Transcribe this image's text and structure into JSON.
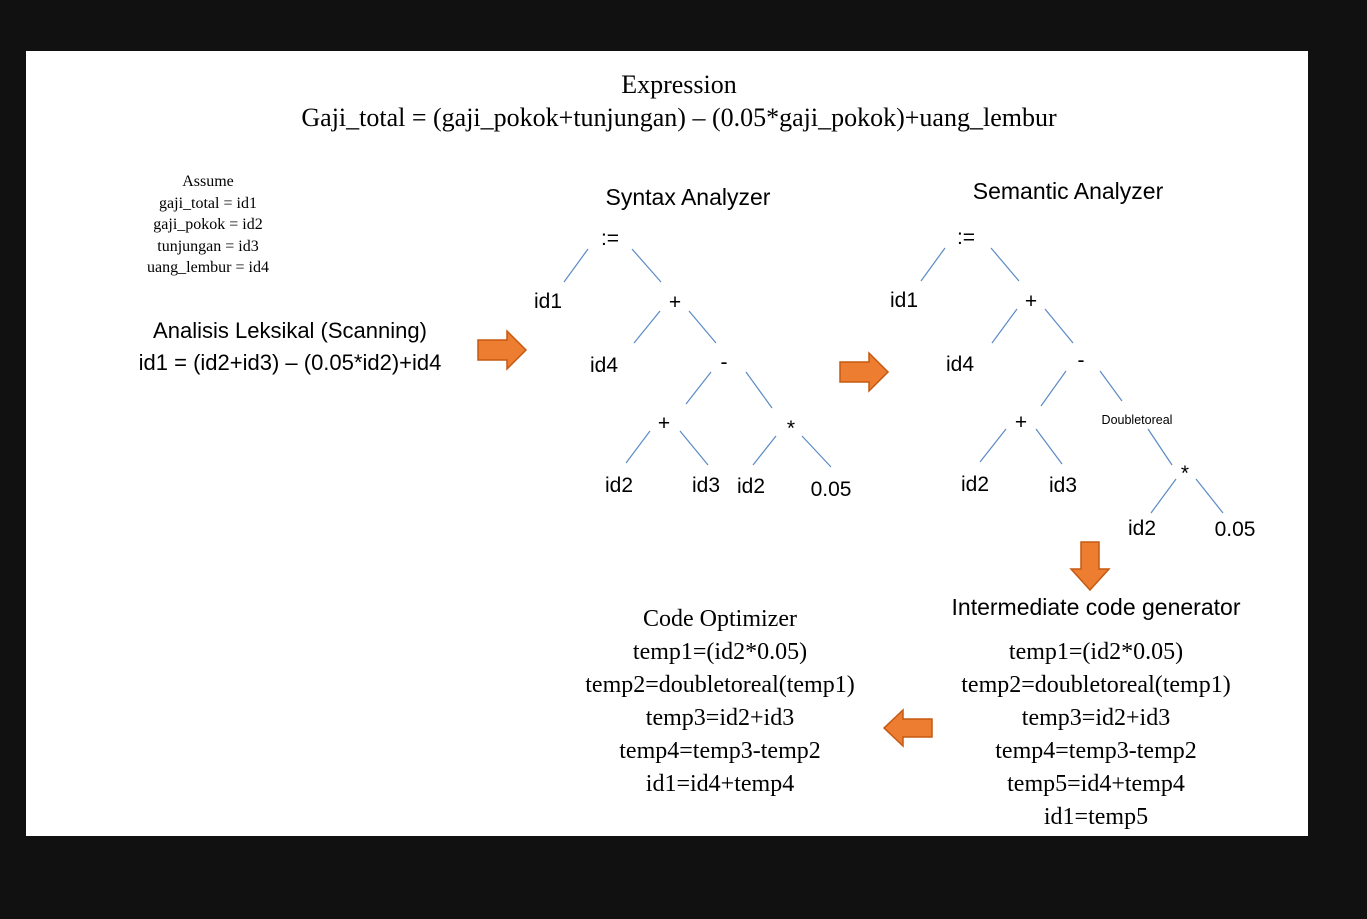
{
  "expression": {
    "title": "Expression",
    "formula": "Gaji_total = (gaji_pokok+tunjungan) – (0.05*gaji_pokok)+uang_lembur"
  },
  "assume": {
    "title": "Assume",
    "lines": [
      "gaji_total = id1",
      "gaji_pokok = id2",
      "tunjungan = id3",
      "uang_lembur = id4"
    ]
  },
  "lexical": {
    "title": "Analisis Leksikal (Scanning)",
    "result": "id1 = (id2+id3) – (0.05*id2)+id4"
  },
  "syntax": {
    "title": "Syntax Analyzer",
    "nodes": {
      "assign": ":=",
      "id1": "id1",
      "plus": "+",
      "id4": "id4",
      "minus": "-",
      "plus2": "+",
      "mult": "*",
      "id2a": "id2",
      "id3": "id3",
      "id2b": "id2",
      "num": "0.05"
    }
  },
  "semantic": {
    "title": "Semantic Analyzer",
    "conversion_label": "Doubletoreal",
    "nodes": {
      "assign": ":=",
      "id1": "id1",
      "plus": "+",
      "id4": "id4",
      "minus": "-",
      "plus2": "+",
      "mult": "*",
      "id2a": "id2",
      "id3": "id3",
      "id2b": "id2",
      "num": "0.05"
    }
  },
  "intermediate": {
    "title": "Intermediate code generator",
    "lines": [
      "temp1=(id2*0.05)",
      "temp2=doubletoreal(temp1)",
      "temp3=id2+id3",
      "temp4=temp3-temp2",
      "temp5=id4+temp4",
      "id1=temp5"
    ]
  },
  "optimizer": {
    "title": "Code Optimizer",
    "lines": [
      "temp1=(id2*0.05)",
      "temp2=doubletoreal(temp1)",
      "temp3=id2+id3",
      "temp4=temp3-temp2",
      "id1=id4+temp4"
    ]
  },
  "colors": {
    "arrow_fill": "#ed7d31",
    "tree_edge": "#5b8ac6",
    "background": "#111111",
    "slide": "#ffffff"
  }
}
